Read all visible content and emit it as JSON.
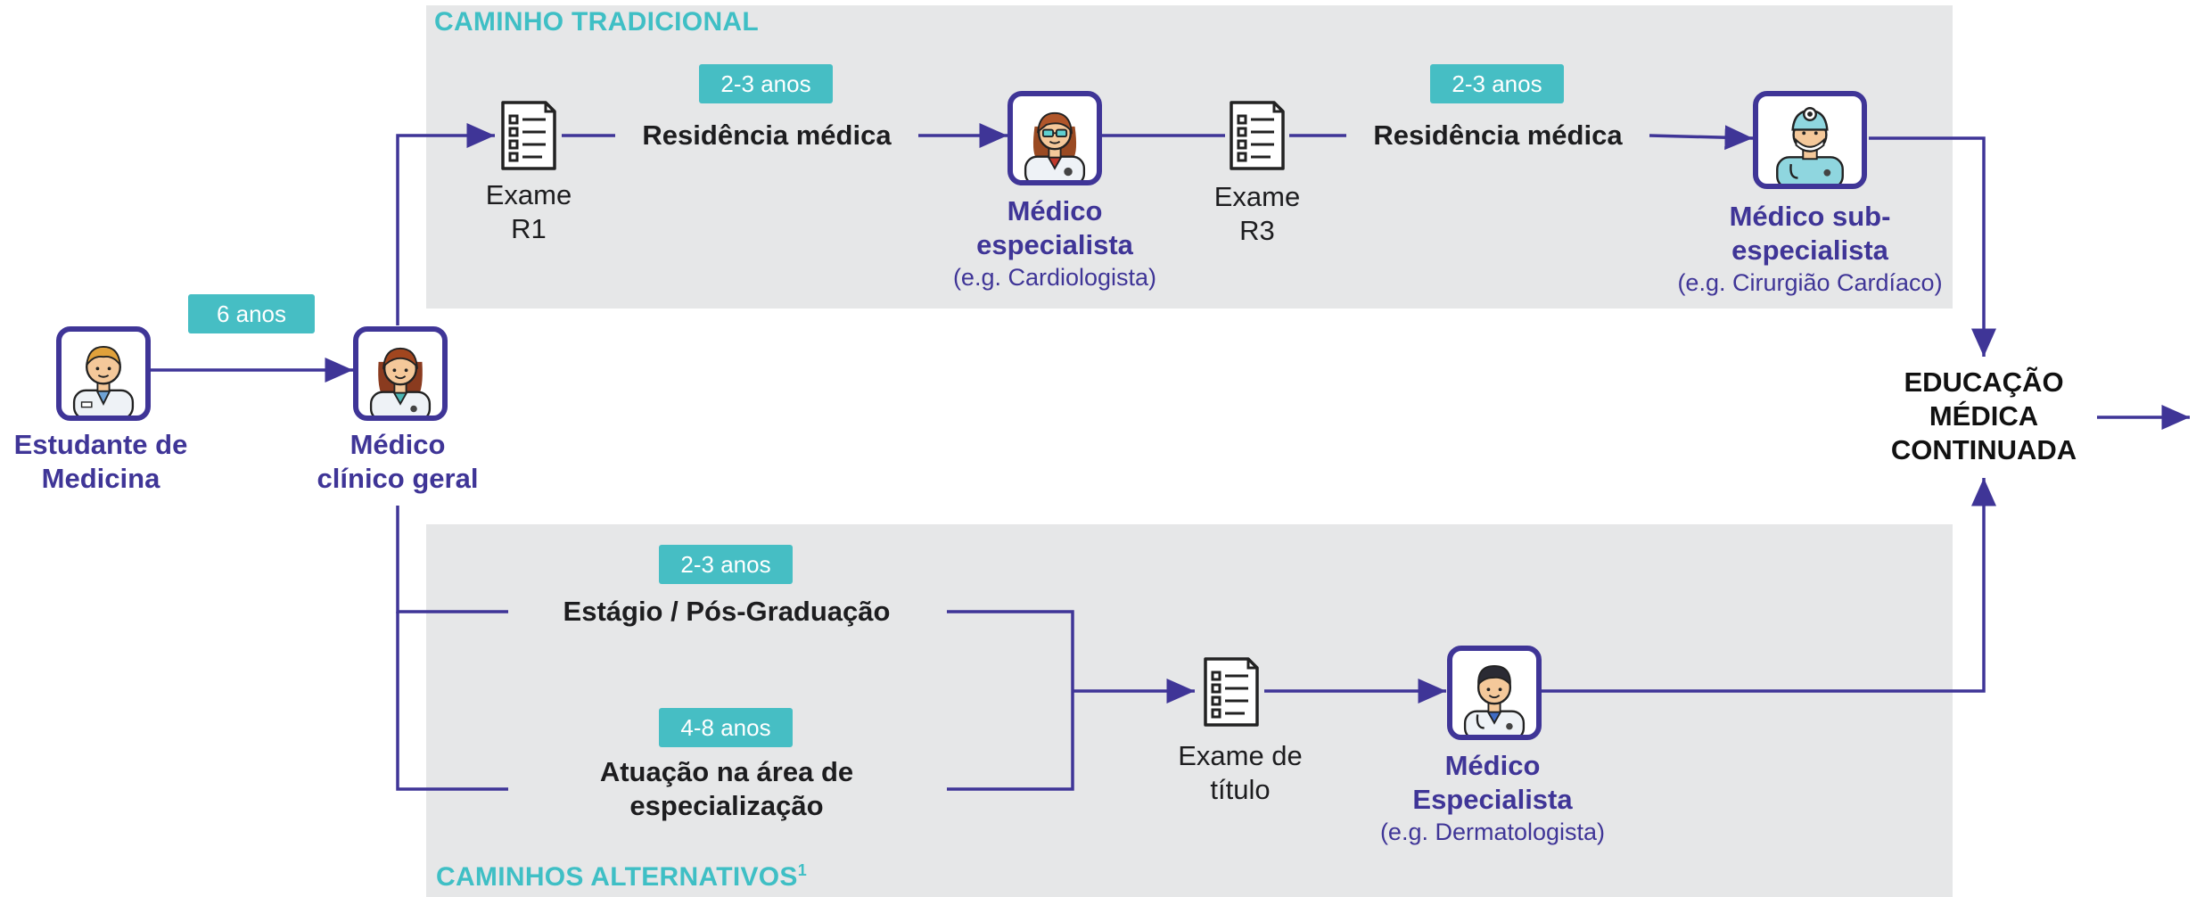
{
  "sections": {
    "traditional": "CAMINHO TRADICIONAL",
    "alternative": "CAMINHOS ALTERNATIVOS",
    "alternative_footnote": "1"
  },
  "durations": {
    "medical_school": "6 anos",
    "residency_r1": "2-3 anos",
    "residency_r3": "2-3 anos",
    "internship": "2-3 anos",
    "practice": "4-8 anos"
  },
  "stages": {
    "residency_1": "Residência médica",
    "residency_2": "Residência médica",
    "internship": "Estágio / Pós-Graduação",
    "practice_line1": "Atuação na área de",
    "practice_line2": "especialização"
  },
  "exams": {
    "r1_line1": "Exame",
    "r1_line2": "R1",
    "r3_line1": "Exame",
    "r3_line2": "R3",
    "title_line1": "Exame de",
    "title_line2": "título"
  },
  "nodes": {
    "student_line1": "Estudante de",
    "student_line2": "Medicina",
    "gp_line1": "Médico",
    "gp_line2": "clínico geral",
    "specialist_line1": "Médico",
    "specialist_line2": "especialista",
    "specialist_example": "(e.g. Cardiologista)",
    "subspecialist_line1": "Médico sub-",
    "subspecialist_line2": "especialista",
    "subspecialist_example": "(e.g. Cirurgião Cardíaco)",
    "alt_specialist_line1": "Médico",
    "alt_specialist_line2": "Especialista",
    "alt_specialist_example": "(e.g. Dermatologista)"
  },
  "final": {
    "line1": "EDUCAÇÃO",
    "line2": "MÉDICA",
    "line3": "CONTINUADA"
  },
  "colors": {
    "accent": "#3f3597",
    "badge": "#46bec4",
    "section_title": "#3fbfc5",
    "panel": "#e6e7e8"
  },
  "icons": [
    "student-doctor-icon",
    "gp-doctor-icon",
    "specialist-doctor-icon",
    "surgeon-icon",
    "checklist-icon"
  ]
}
